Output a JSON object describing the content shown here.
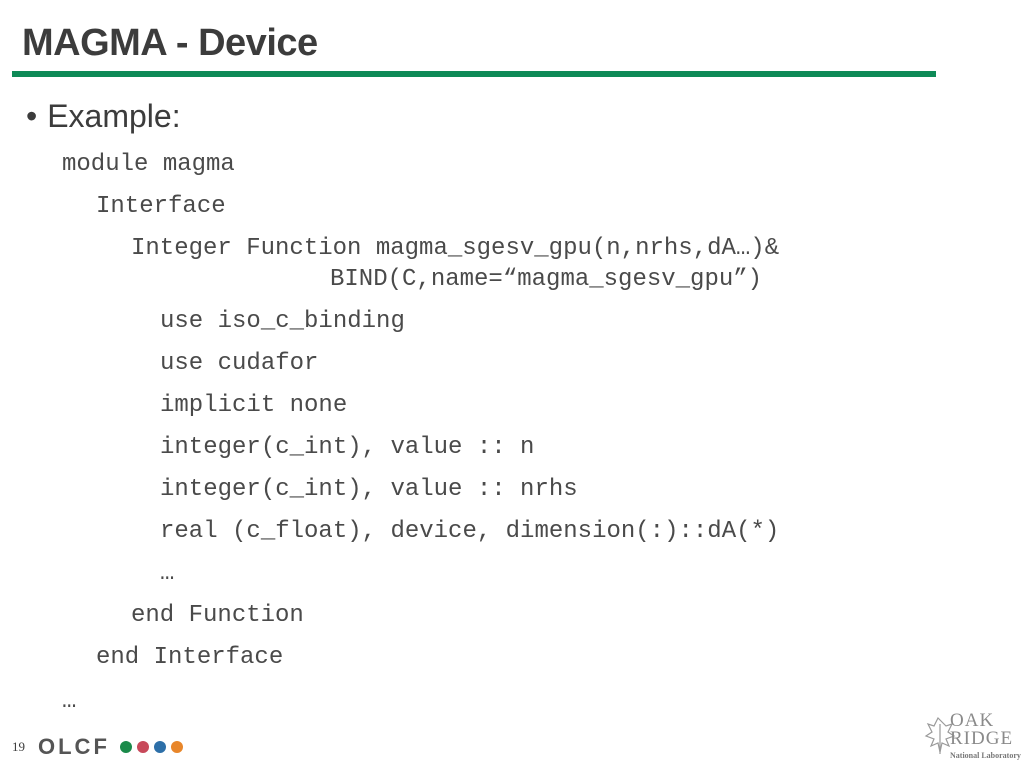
{
  "slide": {
    "title": "MAGMA - Device",
    "bullet": "Example:",
    "code_lines": [
      "module magma",
      "Interface",
      "Integer Function magma_sgesv_gpu(n,nrhs,dA…)&",
      "BIND(C,name=“magma_sgesv_gpu”)",
      "use iso_c_binding",
      "use cudafor",
      "implicit none",
      "integer(c_int), value :: n",
      "integer(c_int), value :: nrhs",
      "real (c_float), device, dimension(:)::dA(*)",
      "…",
      "end Function",
      "end Interface",
      "…"
    ]
  },
  "footer": {
    "slide_number": "19",
    "olcf_logo_text": "OLCF",
    "olcf_dot_colors": [
      "#1a8a4a",
      "#c8495a",
      "#2d6fa8",
      "#e8862a"
    ],
    "ornl_logo": {
      "line1": "OAK",
      "line2": "RIDGE",
      "line3": "National Laboratory"
    }
  },
  "colors": {
    "title_rule": "#0e8a57",
    "text": "#3c3c3c"
  }
}
